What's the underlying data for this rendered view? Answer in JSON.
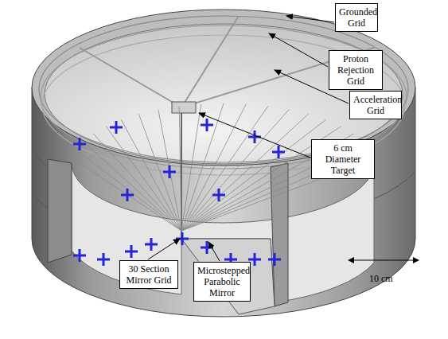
{
  "diagram": {
    "nodes": [
      {
        "text": [
          "Grounded Grid"
        ]
      },
      {
        "text": [
          "Proton Rejection Grid"
        ]
      },
      {
        "text": [
          "Acceleration Grid"
        ]
      },
      {
        "text": [
          "6 cm Diameter Target"
        ]
      },
      {
        "text": [
          "30 Section Mirror Grid"
        ]
      },
      {
        "text": [
          "Microstepped Parabolic Mirror"
        ]
      }
    ],
    "labels": [
      "10 cm"
    ]
  }
}
